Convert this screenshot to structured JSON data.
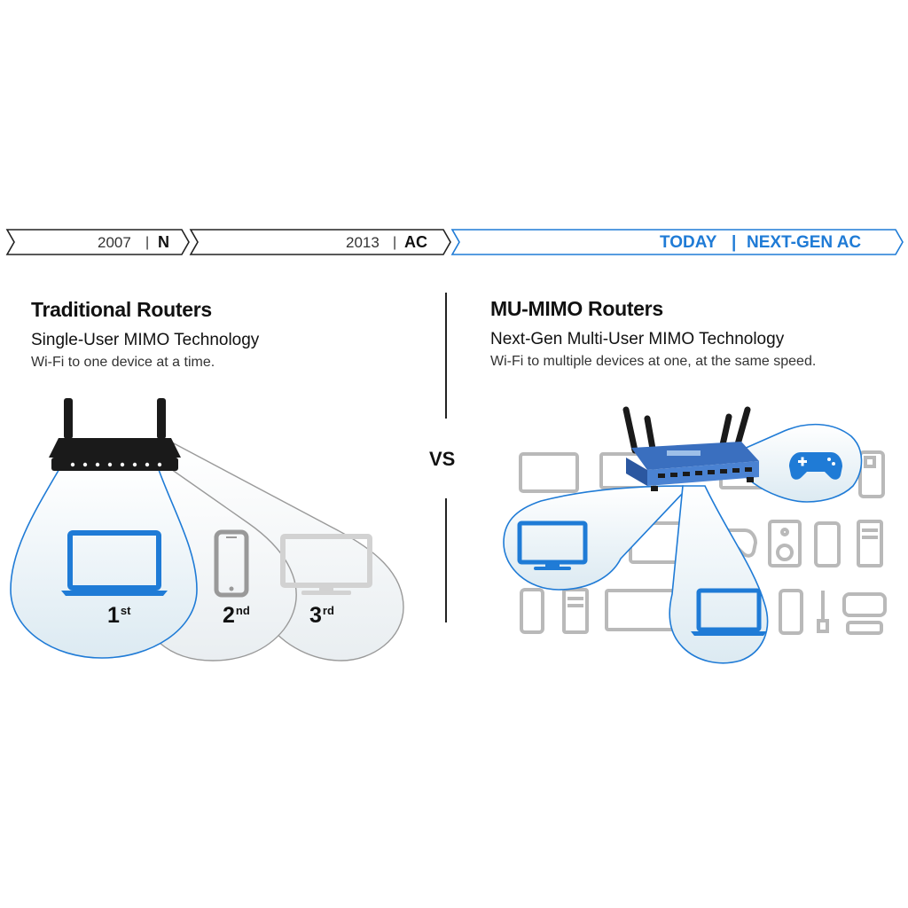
{
  "timeline": [
    {
      "year": "2007",
      "separator": "|",
      "standard": "N"
    },
    {
      "year": "2013",
      "separator": "|",
      "standard": "AC"
    },
    {
      "year": "TODAY",
      "separator": "|",
      "standard": "NEXT-GEN AC"
    }
  ],
  "left": {
    "title": "Traditional Routers",
    "subtitle": "Single-User MIMO Technology",
    "description": "Wi-Fi to one device at a time.",
    "order_labels": [
      {
        "num": "1",
        "suffix": "st"
      },
      {
        "num": "2",
        "suffix": "nd"
      },
      {
        "num": "3",
        "suffix": "rd"
      }
    ]
  },
  "vs_label": "VS",
  "right": {
    "title": "MU-MIMO Routers",
    "subtitle": "Next-Gen Multi-User MIMO Technology",
    "description": "Wi-Fi to multiple devices at one, at the same speed."
  },
  "icons": [
    "router-icon",
    "laptop-icon",
    "phone-icon",
    "monitor-icon",
    "tablet-icon",
    "gamepad-icon",
    "speaker-icon",
    "tower-pc-icon",
    "media-box-icon",
    "usb-icon",
    "smart-plug-icon"
  ],
  "colors": {
    "accent_blue": "#1f7bd6",
    "bubble_fill": "#eaf3f8",
    "grey_icon": "#b9b9b9",
    "dark": "#1a1a1a"
  }
}
